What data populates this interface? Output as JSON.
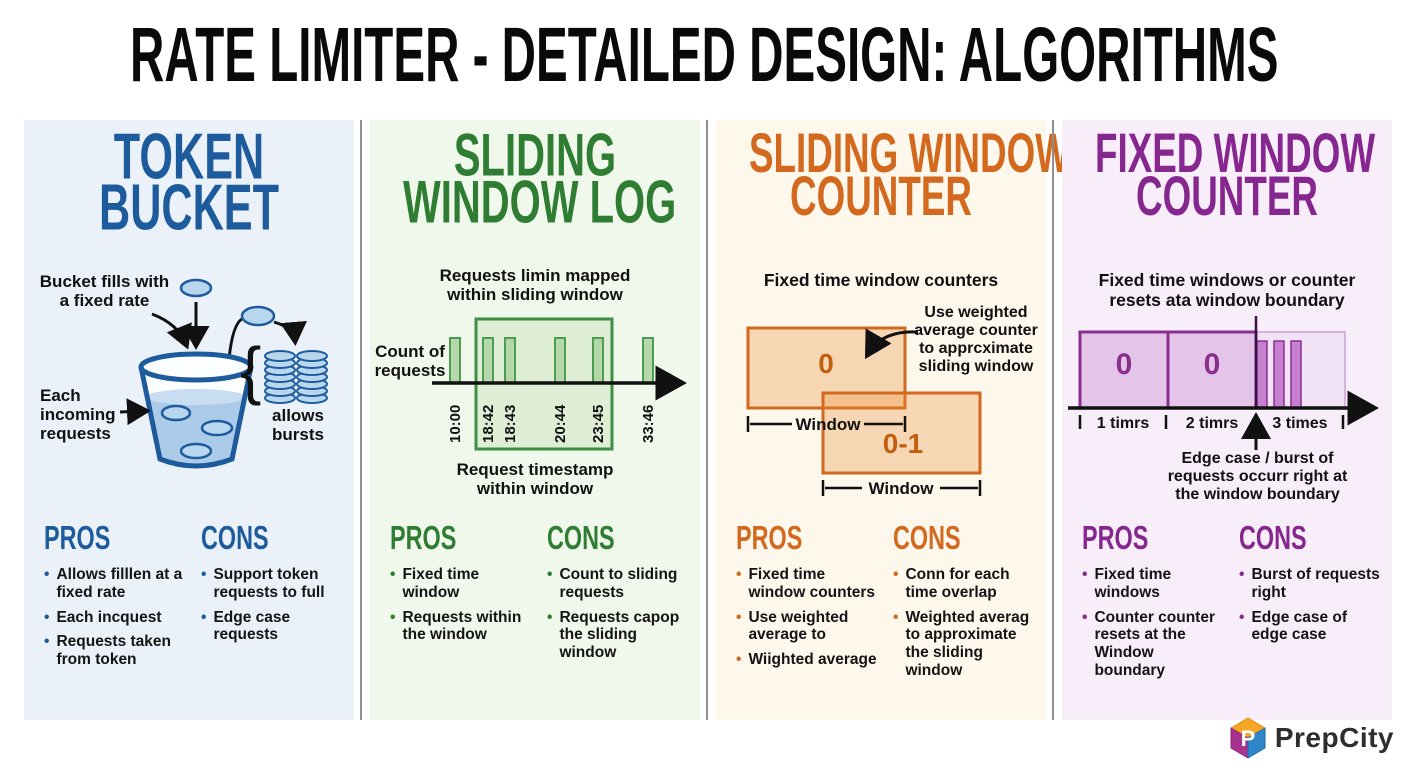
{
  "title": "RATE LIMITER - DETAILED DESIGN: ALGORITHMS",
  "brand": {
    "name": "PrepCity"
  },
  "colors": {
    "panel1_accent": "#1e5b9c",
    "panel1_bg": "#eaf1f8",
    "panel2_accent": "#2e7d32",
    "panel2_bg": "#f0f8ec",
    "panel3_accent": "#d2691e",
    "panel3_bg": "#fdf7ec",
    "panel4_accent": "#86278f",
    "panel4_bg": "#f7eef9"
  },
  "panels": [
    {
      "title_lines": [
        "TOKEN",
        "BUCKET"
      ],
      "diagram": {
        "fill_label_lines": [
          "Bucket fills with",
          "a fixed rate"
        ],
        "incoming_label_lines": [
          "Each",
          "incoming",
          "requests"
        ],
        "bursts_label_lines": [
          "allows",
          "bursts"
        ],
        "brace": "{"
      },
      "pros": {
        "heading": "PROS",
        "items": [
          "Allows filllen at a fixed rate",
          "Each incquest",
          "Requests taken from token"
        ]
      },
      "cons": {
        "heading": "CONS",
        "items": [
          "Support token requests to full",
          "Edge case requests"
        ]
      }
    },
    {
      "title_lines": [
        "SLIDING",
        "WINDOW LOG"
      ],
      "diagram": {
        "top_label_lines": [
          "Requests limin mapped",
          "within sliding window"
        ],
        "count_label_lines": [
          "Count of",
          "requests"
        ],
        "timestamps": [
          "10:00",
          "18:42",
          "18:43",
          "20:44",
          "23:45",
          "33:46"
        ],
        "bottom_label_lines": [
          "Request timestamp",
          "within window"
        ]
      },
      "pros": {
        "heading": "PROS",
        "items": [
          "Fixed time window",
          "Requests within the window"
        ]
      },
      "cons": {
        "heading": "CONS",
        "items": [
          "Count to sliding requests",
          "Requests capop the sliding window"
        ]
      }
    },
    {
      "title_lines": [
        "SLIDING WINDOW",
        "COUNTER"
      ],
      "subtitle": "Fixed time window counters",
      "diagram": {
        "annotation_lines": [
          "Use weighted",
          "average counter",
          "to apprcximate",
          "sliding window"
        ],
        "counter1": "0",
        "counter2": "0-1",
        "window_label": "Window"
      },
      "pros": {
        "heading": "PROS",
        "items": [
          "Fixed time window counters",
          "Use weighted average to",
          "Wiighted average"
        ]
      },
      "cons": {
        "heading": "CONS",
        "items": [
          "Conn for each time overlap",
          "Weighted averag to approximate the sliding window"
        ]
      }
    },
    {
      "title_lines": [
        "FIXED WINDOW",
        "COUNTER"
      ],
      "subtitle_lines": [
        "Fixed time windows or counter",
        "resets ata window boundary"
      ],
      "diagram": {
        "counters": [
          "0",
          "0"
        ],
        "tick_labels": [
          "1 timrs",
          "2 timrs",
          "3 times"
        ],
        "annotation_lines": [
          "Edge case / burst of",
          "requests occurr right at",
          "the window boundary"
        ]
      },
      "pros": {
        "heading": "PROS",
        "items": [
          "Fixed time windows",
          "Counter counter resets at the Window boundary"
        ]
      },
      "cons": {
        "heading": "CONS",
        "items": [
          "Burst of requests right",
          "Edge case of edge case"
        ]
      }
    }
  ]
}
